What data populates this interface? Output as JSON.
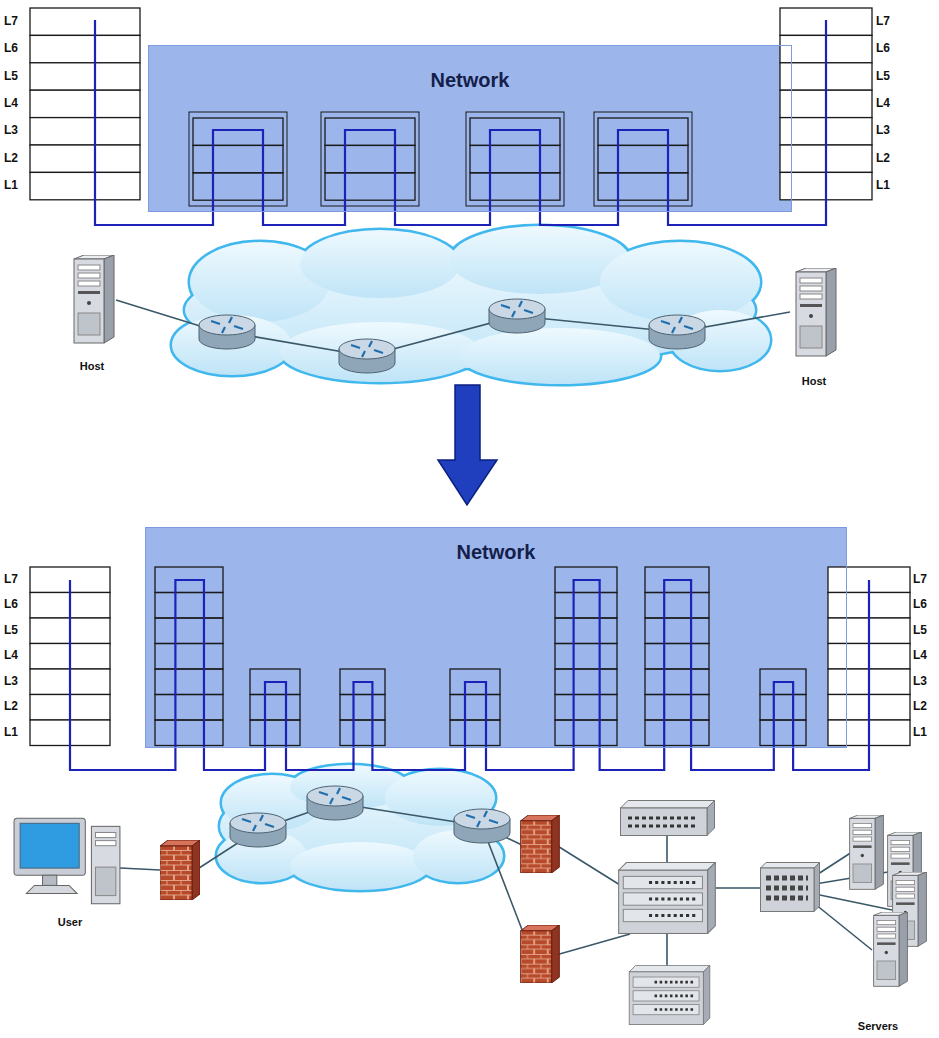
{
  "diagram": {
    "nodes": [
      {
        "text": [
          "Network"
        ]
      },
      {
        "text": [
          "Network"
        ]
      }
    ],
    "labels": [
      "L7",
      "L6",
      "L5",
      "L4",
      "L3",
      "L2",
      "L1",
      "L7",
      "L6",
      "L5",
      "L4",
      "L3",
      "L2",
      "L1",
      "Host",
      "Host",
      "L7",
      "L6",
      "L5",
      "L4",
      "L3",
      "L2",
      "L1",
      "L7",
      "L6",
      "L5",
      "L4",
      "L3",
      "L2",
      "L1",
      "User",
      "Servers"
    ]
  }
}
